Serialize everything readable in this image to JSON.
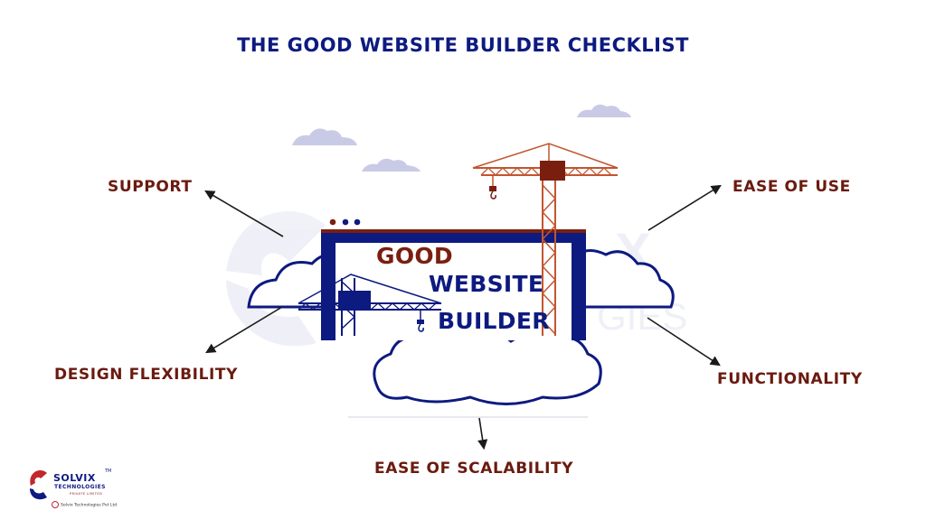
{
  "title": "THE GOOD WEBSITE BUILDER CHECKLIST",
  "center_sign": {
    "line1": "GOOD",
    "line2": "WEBSITE",
    "line3": "BUILDER"
  },
  "labels": {
    "support": "SUPPORT",
    "ease_of_use": "EASE OF USE",
    "design_flexibility": "DESIGN FLEXIBILITY",
    "functionality": "FUNCTIONALITY",
    "ease_of_scalability": "EASE OF SCALABILITY"
  },
  "logo": {
    "name": "SOLVIX",
    "tm": "TM",
    "sub": "TECHNOLOGIES",
    "sub2": "PRIVATE LIMITED",
    "copyright": "Solvix Technologies Pvt Ltd"
  },
  "colors": {
    "navy": "#0d1a80",
    "maroon": "#7a1f10",
    "crane": "#c3552f",
    "cloud": "#c9cbe6"
  }
}
